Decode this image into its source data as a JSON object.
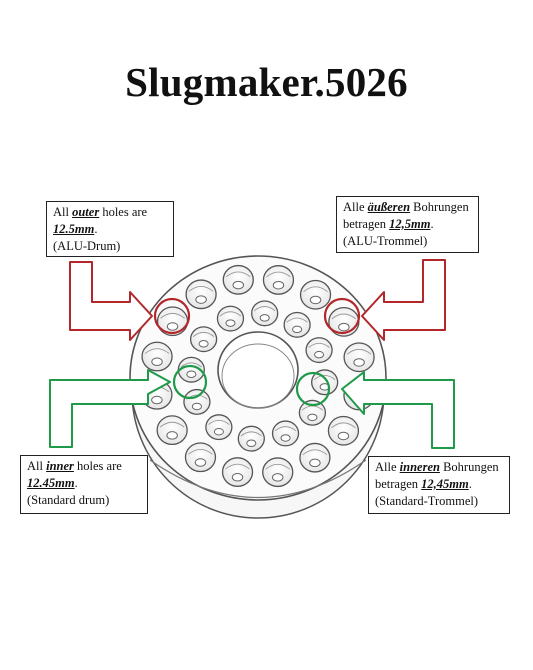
{
  "title": "Slugmaker.5026",
  "notes": {
    "top_left": {
      "pre": "All ",
      "emph": "outer",
      "post": " holes are",
      "value": "12.5mm",
      "value_suffix": ".",
      "sub": "(ALU-Drum)"
    },
    "top_right": {
      "pre": "Alle ",
      "emph": "äußeren",
      "post": " Bohrungen",
      "line2_pre": "betragen ",
      "value": "12,5mm",
      "value_suffix": ".",
      "sub": "(ALU-Trommel)"
    },
    "bottom_left": {
      "pre": "All ",
      "emph": "inner",
      "post": " holes are",
      "value": "12.45mm",
      "value_suffix": ".",
      "sub": "(Standard drum)"
    },
    "bottom_right": {
      "pre": "Alle ",
      "emph": "inneren",
      "post": " Bohrungen",
      "line2_pre": "betragen ",
      "value": "12,45mm",
      "value_suffix": ".",
      "sub": "(Standard-Trommel)"
    }
  },
  "colors": {
    "outer_highlight": "#b3262a",
    "inner_highlight": "#1f9a49",
    "drum_line": "#555555"
  }
}
